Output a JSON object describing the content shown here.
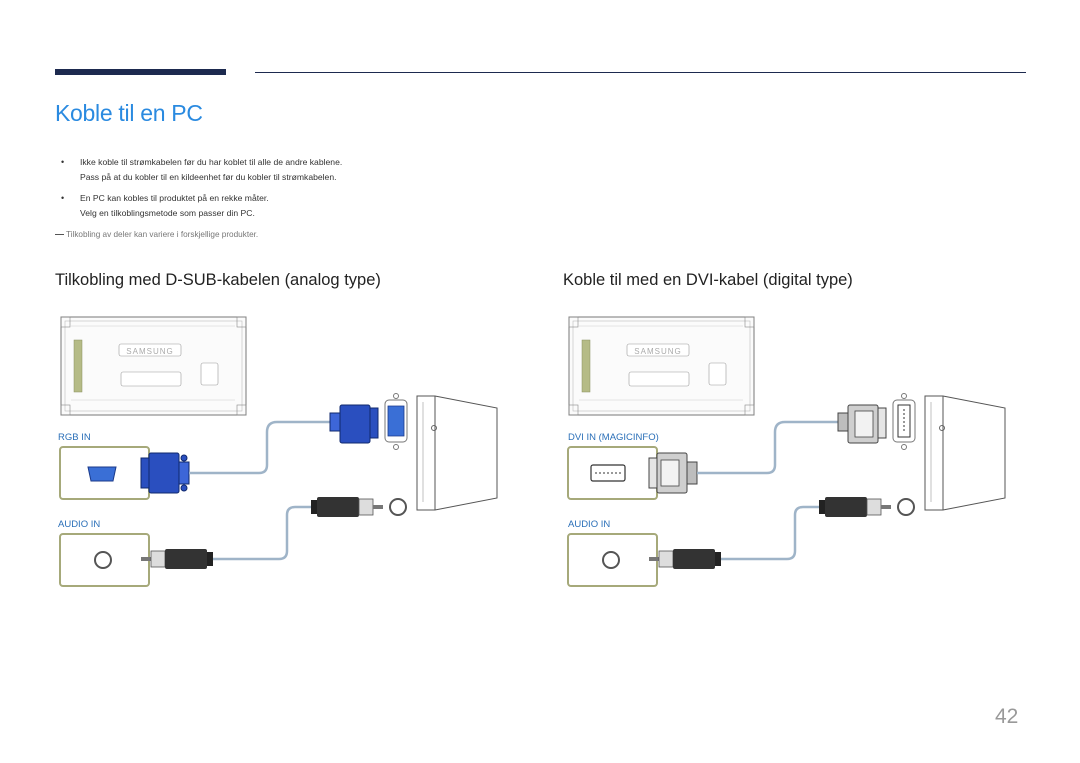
{
  "page": {
    "title": "Koble til en PC",
    "bullets": [
      {
        "line1": "Ikke koble til strømkabelen før du har koblet til alle de andre kablene.",
        "line2": "Pass på at du kobler til en kildeenhet før du kobler til strømkabelen."
      },
      {
        "line1": "En PC kan kobles til produktet på en rekke måter.",
        "line2": "Velg en tilkoblingsmetode som passer din PC."
      }
    ],
    "note": "Tilkobling av deler kan variere i forskjellige produkter.",
    "page_number": "42"
  },
  "sections": {
    "analog": {
      "heading": "Tilkobling med D-SUB-kabelen (analog type)",
      "video_port_label": "RGB IN",
      "audio_port_label": "AUDIO IN",
      "brand": "SAMSUNG",
      "connector_color": "#2a4fbf"
    },
    "digital": {
      "heading": "Koble til med en DVI-kabel (digital type)",
      "video_port_label": "DVI IN (MAGICINFO)",
      "audio_port_label": "AUDIO IN",
      "brand": "SAMSUNG",
      "connector_color": "#cfcfcf"
    }
  },
  "colors": {
    "accent_blue": "#2a8ae0",
    "rule_navy": "#1d2a4f",
    "port_frame": "#a6a97a"
  }
}
